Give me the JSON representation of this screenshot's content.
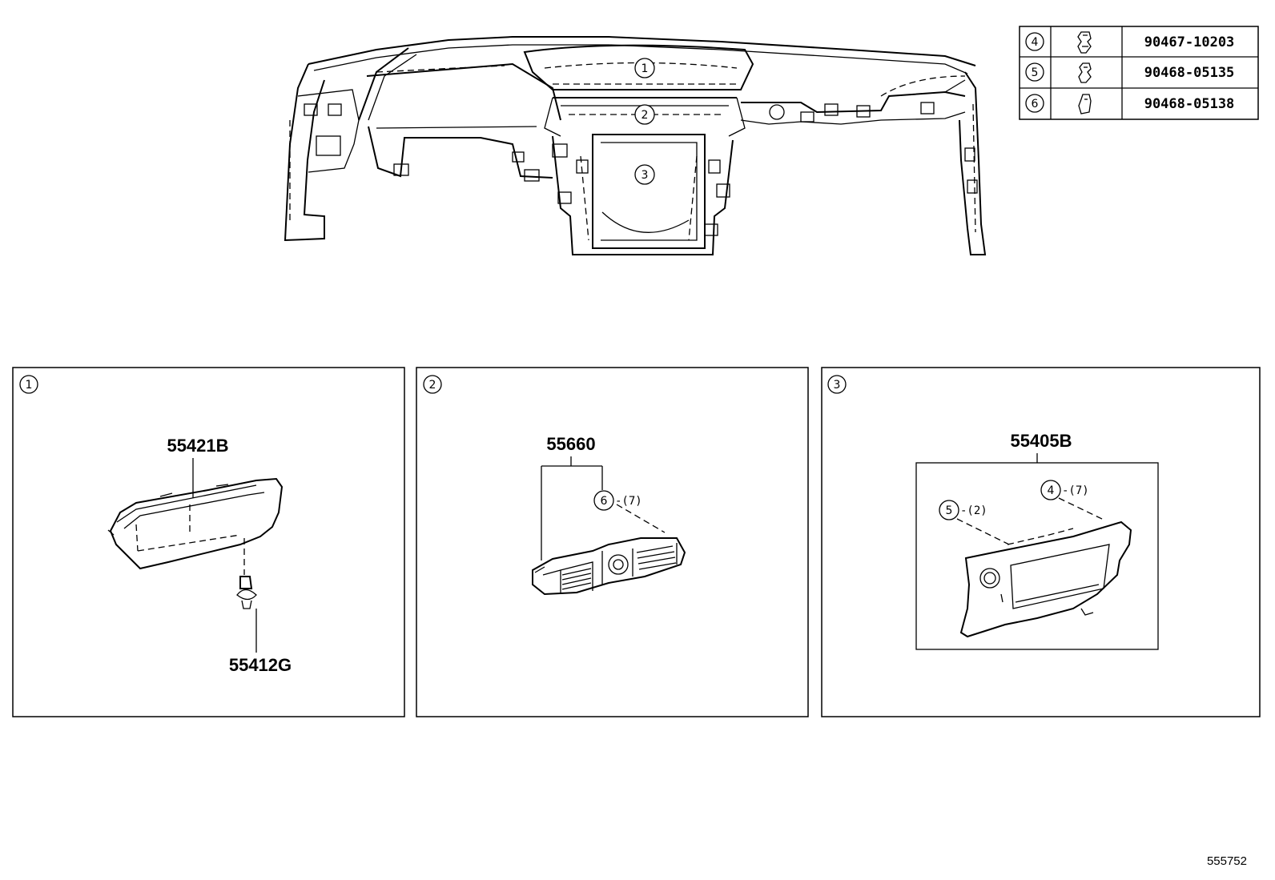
{
  "overview": {
    "callouts": [
      "1",
      "2",
      "3"
    ]
  },
  "fastener_table": {
    "rows": [
      {
        "ref": "4",
        "icon": "clip-icon",
        "part": "90467-10203"
      },
      {
        "ref": "5",
        "icon": "clip-icon",
        "part": "90468-05135"
      },
      {
        "ref": "6",
        "icon": "clip-icon",
        "part": "90468-05138"
      }
    ]
  },
  "panels": [
    {
      "number": "1",
      "parts": {
        "main": "55421B",
        "fastener": "55412G"
      }
    },
    {
      "number": "2",
      "parts": {
        "main": "55660"
      },
      "callout": {
        "ref": "6",
        "qty": "-(7)"
      }
    },
    {
      "number": "3",
      "parts": {
        "main": "55405B"
      },
      "callouts": [
        {
          "ref": "4",
          "qty": "-(7)"
        },
        {
          "ref": "5",
          "qty": "-(2)"
        }
      ]
    }
  ],
  "diagram_id": "555752"
}
